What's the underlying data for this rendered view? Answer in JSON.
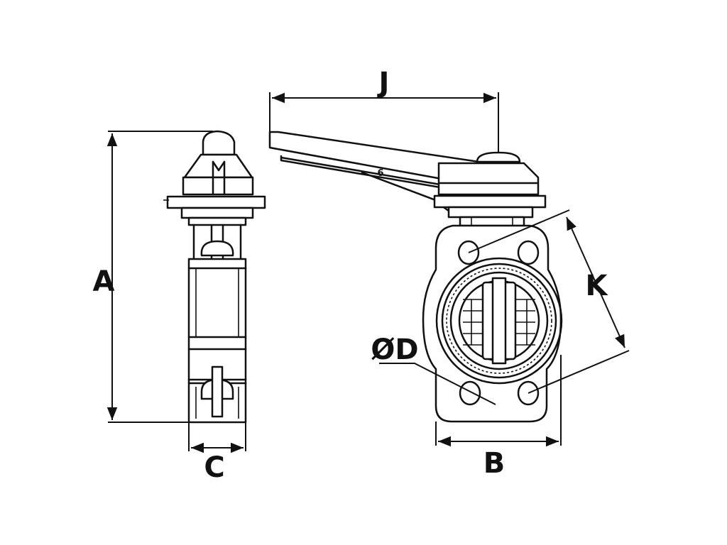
{
  "drawing": {
    "labels": {
      "A": "A",
      "B": "B",
      "C": "C",
      "D": "ØD",
      "J": "J",
      "K": "K"
    },
    "handle_mark": "6"
  }
}
